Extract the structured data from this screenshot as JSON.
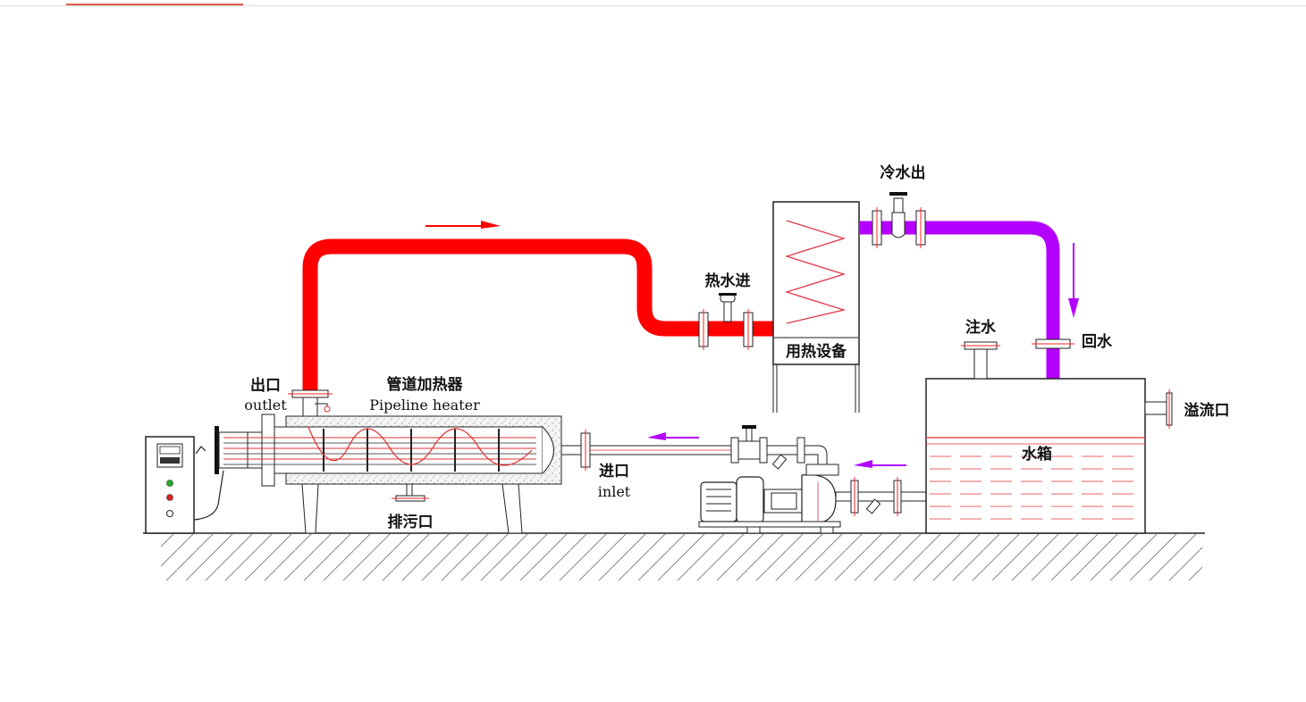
{
  "labels": {
    "outlet_cn": "出口",
    "outlet_en": "outlet",
    "heater_cn": "管道加热器",
    "heater_en": "Pipeline heater",
    "drain": "排污口",
    "inlet_cn": "进口",
    "inlet_en": "inlet",
    "hot_in": "热水进",
    "heat_equipment": "用热设备",
    "cold_out": "冷水出",
    "fill": "注水",
    "return": "回水",
    "overflow": "溢流口",
    "tank": "水箱"
  },
  "colors": {
    "hot_pipe": "#ff0000",
    "return_pipe": "#b400ff",
    "outline": "#222222",
    "water_line": "#e0303a",
    "flange_mark": "#ff2020"
  },
  "icons": [
    "flow-arrow-icon",
    "valve-icon",
    "pump-icon",
    "control-cabinet-icon",
    "heat-coil-icon"
  ]
}
